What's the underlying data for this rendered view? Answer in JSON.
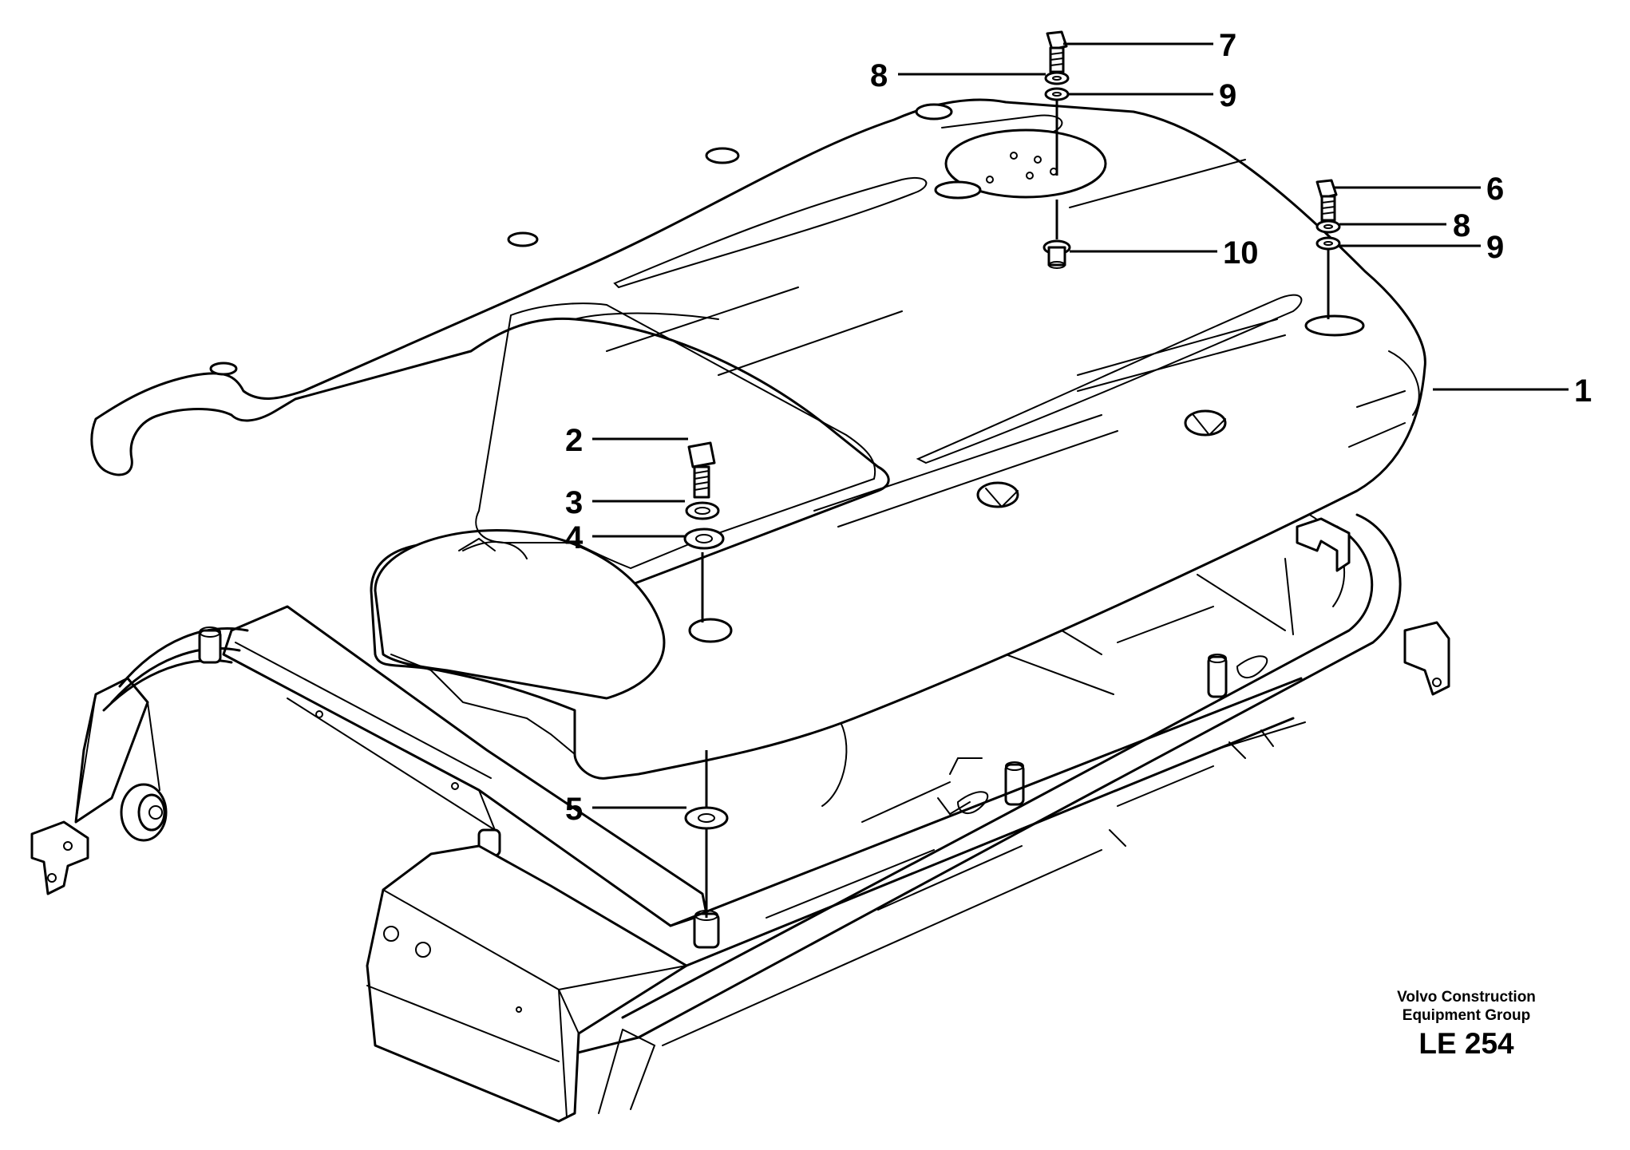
{
  "diagram": {
    "callouts": [
      {
        "id": "1",
        "label": "1"
      },
      {
        "id": "2",
        "label": "2"
      },
      {
        "id": "3",
        "label": "3"
      },
      {
        "id": "4",
        "label": "4"
      },
      {
        "id": "5",
        "label": "5"
      },
      {
        "id": "6",
        "label": "6"
      },
      {
        "id": "7",
        "label": "7"
      },
      {
        "id": "8a",
        "label": "8"
      },
      {
        "id": "8b",
        "label": "8"
      },
      {
        "id": "9a",
        "label": "9"
      },
      {
        "id": "9b",
        "label": "9"
      },
      {
        "id": "10",
        "label": "10"
      }
    ]
  },
  "footer": {
    "company_line1": "Volvo Construction",
    "company_line2": "Equipment Group",
    "drawing_code": "LE 254"
  }
}
